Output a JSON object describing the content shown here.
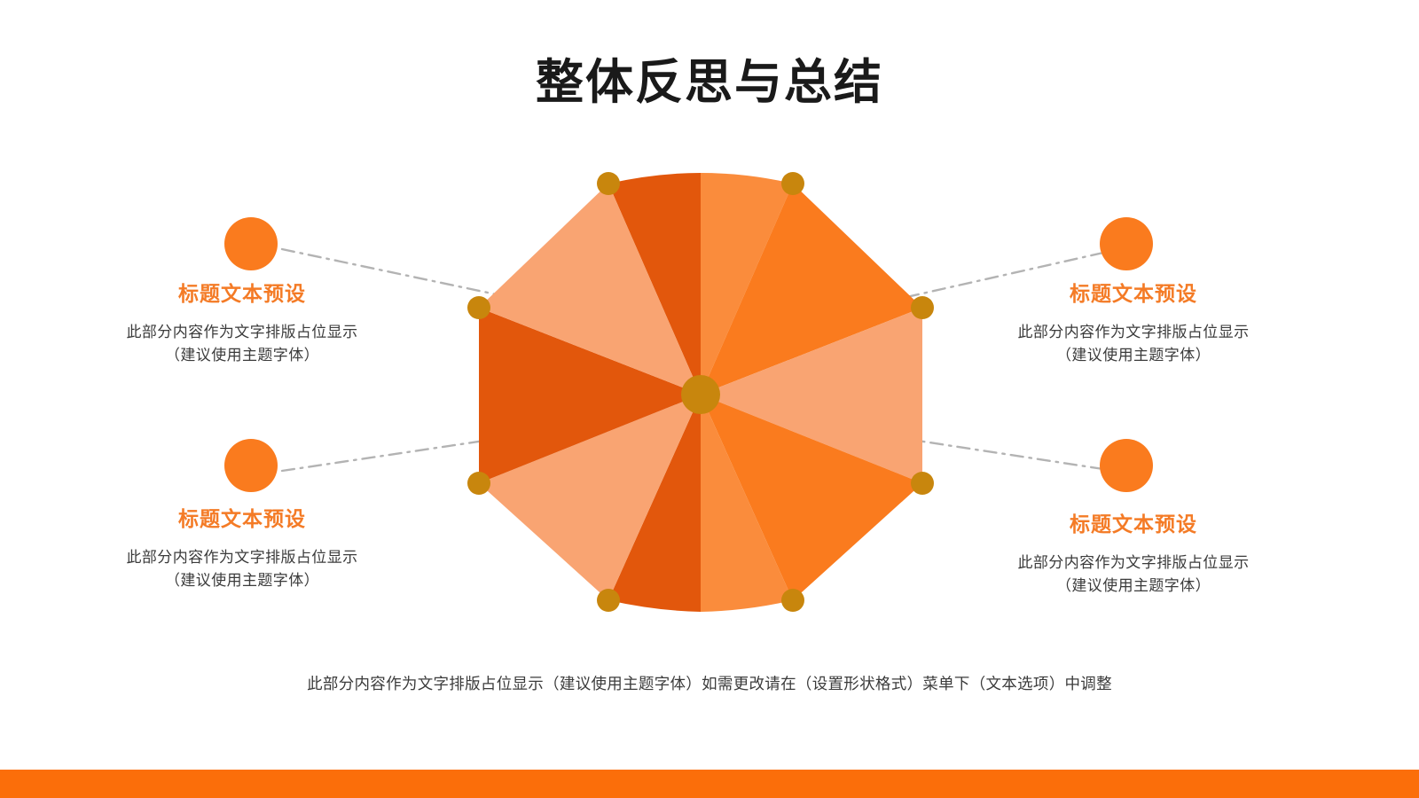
{
  "slide": {
    "title": "整体反思与总结",
    "background_color": "#FFFFFF",
    "footer_bar_color": "#FB6E0A",
    "caption": "此部分内容作为文字排版占位显示（建议使用主题字体）如需更改请在（设置形状格式）菜单下（文本选项）中调整"
  },
  "accent_colors": {
    "heading_orange": "#F47B26",
    "bullet_orange": "#FA7B1E",
    "umbrella_light": "#F9A472",
    "umbrella_mid": "#FA7B1E",
    "umbrella_dark": "#E2570C",
    "umbrella_hub": "#C8860D",
    "connector_gray": "#B3B3B3"
  },
  "blocks": [
    {
      "id": "top-left",
      "heading": "标题文本预设",
      "body_line1": "此部分内容作为文字排版占位显示",
      "body_line2": "（建议使用主题字体）"
    },
    {
      "id": "bottom-left",
      "heading": "标题文本预设",
      "body_line1": "此部分内容作为文字排版占位显示",
      "body_line2": "（建议使用主题字体）"
    },
    {
      "id": "top-right",
      "heading": "标题文本预设",
      "body_line1": "此部分内容作为文字排版占位显示",
      "body_line2": "（建议使用主题字体）"
    },
    {
      "id": "bottom-right",
      "heading": "标题文本预设",
      "body_line1": "此部分内容作为文字排版占位显示",
      "body_line2": "（建议使用主题字体）"
    }
  ],
  "graphic": {
    "name": "umbrella-top-view",
    "panel_count": 8,
    "rib_tip_count": 8
  }
}
